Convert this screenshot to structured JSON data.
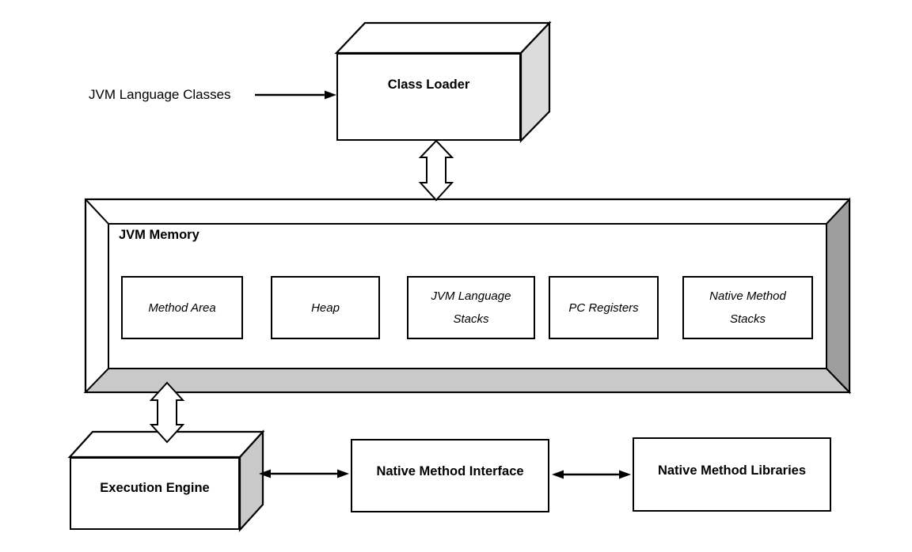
{
  "diagram": {
    "input_label": "JVM Language Classes",
    "class_loader": {
      "label": "Class Loader"
    },
    "jvm_memory": {
      "label": "JVM Memory",
      "areas": [
        {
          "label": "Method Area"
        },
        {
          "label": "Heap"
        },
        {
          "label": "JVM Language Stacks"
        },
        {
          "label": "PC Registers"
        },
        {
          "label": "Native Method Stacks"
        }
      ]
    },
    "execution_engine": {
      "label": "Execution Engine"
    },
    "native_method_interface": {
      "label": "Native Method Interface"
    },
    "native_method_libraries": {
      "label": "Native Method Libraries"
    },
    "colors": {
      "line": "#000000",
      "box_fill": "#ffffff",
      "light_side_face": "#dcdcdc",
      "frame_bottom_strip": "#c9c9c9",
      "frame_right_strip": "#9e9e9e",
      "background": "#ffffff"
    }
  }
}
